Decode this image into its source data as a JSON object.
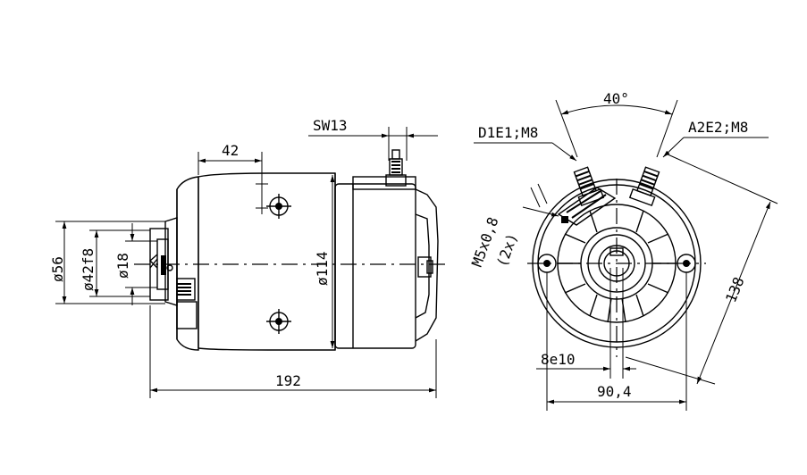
{
  "drawing": {
    "side_view": {
      "flange_dia": "ø56",
      "pilot_dia": "ø42f8",
      "shaft_dia": "ø18",
      "body_dia": "ø114",
      "terminal_offset": "42",
      "overall_length": "192",
      "wrench_size": "SW13"
    },
    "end_view": {
      "terminal_angle": "40°",
      "terminal_left": "D1E1;M8",
      "terminal_right": "A2E2;M8",
      "mount_thread": "M5x0,8",
      "mount_count": "(2x)",
      "diagonal": "138",
      "key": "8e10",
      "mount_spacing": "90,4"
    }
  }
}
